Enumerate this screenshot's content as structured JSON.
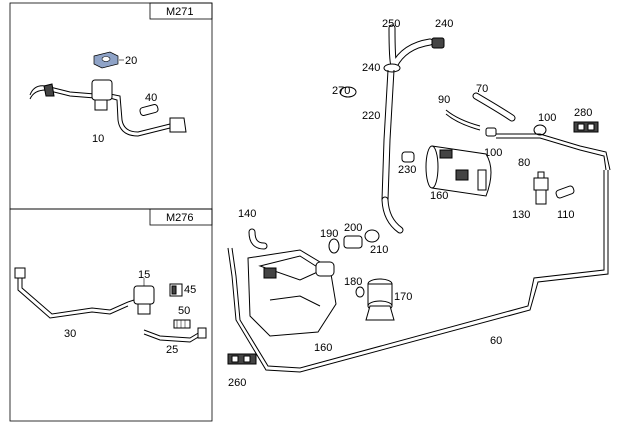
{
  "colors": {
    "highlight": "#8fa3c7",
    "line": "#000000",
    "background": "#ffffff"
  },
  "panels": [
    {
      "id": "m271",
      "label": "M271"
    },
    {
      "id": "m276",
      "label": "M276"
    }
  ],
  "callouts": {
    "p20": "20",
    "p40": "40",
    "p10": "10",
    "p15": "15",
    "p45": "45",
    "p50": "50",
    "p30": "30",
    "p25": "25",
    "p250": "250",
    "p240a": "240",
    "p240b": "240",
    "p270": "270",
    "p220": "220",
    "p230": "230",
    "p90": "90",
    "p70": "70",
    "p100a": "100",
    "p100b": "100",
    "p280": "280",
    "p80": "80",
    "p160a": "160",
    "p130": "130",
    "p110": "110",
    "p140": "140",
    "p190": "190",
    "p200": "200",
    "p210": "210",
    "p180": "180",
    "p170": "170",
    "p160b": "160",
    "p60": "60",
    "p260": "260"
  }
}
